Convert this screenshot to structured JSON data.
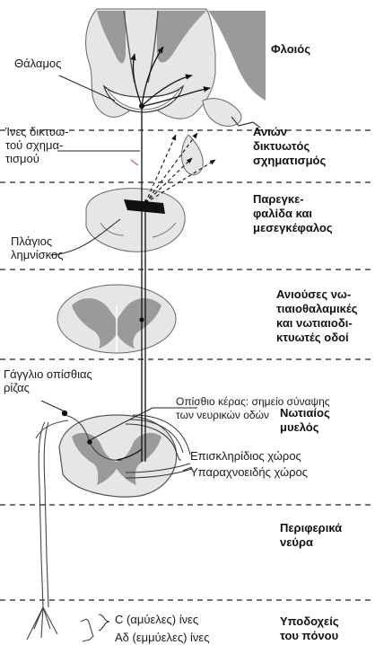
{
  "colors": {
    "ink": "#111111",
    "gray_matter": "#9a9a9a",
    "light_tissue": "#e6e6e6",
    "background": "#ffffff",
    "red_mark": "#e0506a"
  },
  "regions": [
    {
      "id": "cortex",
      "text": "Φλοιός"
    },
    {
      "id": "reticular",
      "text": "Ανιών\nδικτυωτός\nσχηματισμός"
    },
    {
      "id": "midbrain",
      "text": "Παρεγκε-\nφαλίδα και\nμεσεγκέφαλος"
    },
    {
      "id": "tracts",
      "text": "Ανιούσες νω-\nτιαιοθαλαμικές\nκαι νωτιαιοδι-\nκτυωτές οδοί"
    },
    {
      "id": "spinal",
      "text": "Νωτιαίος\nμυελός"
    },
    {
      "id": "peripheral",
      "text": "Περιφερικά\nνεύρα"
    },
    {
      "id": "receptors",
      "text": "Υποδοχείς\nτου πόνου"
    }
  ],
  "labels": {
    "thalamus": "Θάλαμος",
    "reticular_fibers": "Ίνες δικτυω-\nτού σχημα-\nτισμού",
    "lateral_lemniscus": "Πλάγιος\nλημνίσκος",
    "dorsal_root_ganglion": "Γάγγλιο οπίσθιας\nρίζας",
    "dorsal_horn": "Οπίσθιο κέρας: σημείο σύναψης\nτων νευρικών οδών",
    "epidural_space": "Επισκληρίδιος χώρος",
    "subarachnoid_space": "Υπαραχνοειδής χώρος",
    "c_fibers": "C (αμύελες) ίνες",
    "a_delta_fibers": "Αδ (εμμύελες) ίνες"
  }
}
